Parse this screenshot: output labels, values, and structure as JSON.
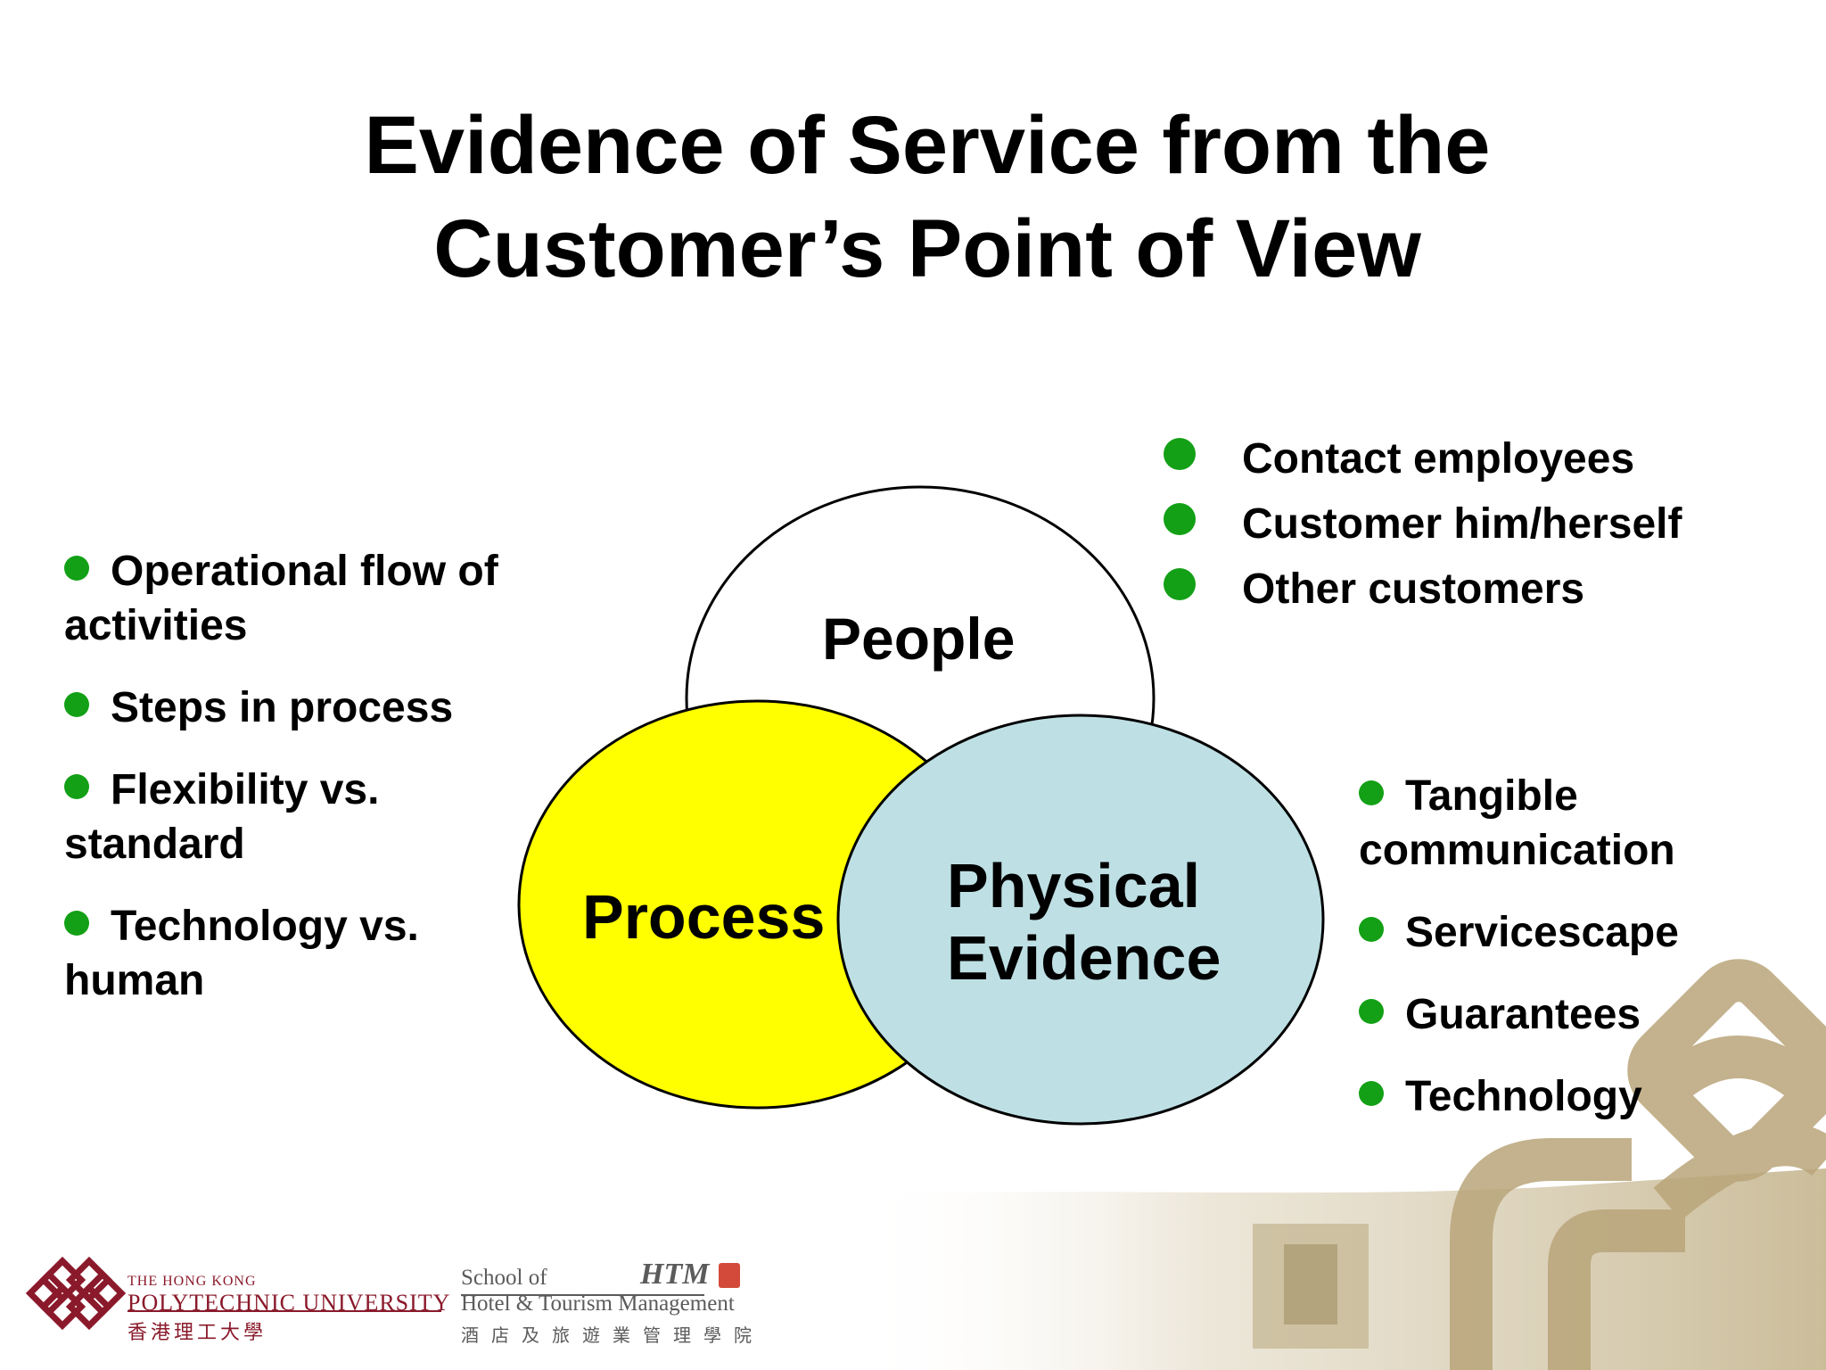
{
  "title": {
    "line1": "Evidence of Service from the",
    "line2": "Customer’s Point of View"
  },
  "venn": {
    "people": "People",
    "process": "Process",
    "physical_line1": "Physical",
    "physical_line2": "Evidence",
    "colors": {
      "people_fill": "#ffffff",
      "process_fill": "#ffff00",
      "physical_fill": "#bee0e5",
      "bullet": "#13a016"
    }
  },
  "people_items": [
    "Contact employees",
    "Customer him/herself",
    "Other customers"
  ],
  "process_items": [
    {
      "line1": "Operational flow of",
      "line2": "activities"
    },
    {
      "line1": "Steps in process",
      "line2": ""
    },
    {
      "line1": "Flexibility vs.",
      "line2": "standard"
    },
    {
      "line1": "Technology vs.",
      "line2": "human"
    }
  ],
  "physical_items": [
    {
      "line1": "Tangible",
      "line2": "communication"
    },
    {
      "line1": "Servicescape",
      "line2": ""
    },
    {
      "line1": "Guarantees",
      "line2": ""
    },
    {
      "line1": "Technology",
      "line2": ""
    }
  ],
  "footer": {
    "polyu_line1": "THE HONG KONG",
    "polyu_line2": "POLYTECHNIC UNIVERSITY",
    "polyu_cn": "香港理工大學",
    "htm_line1": "School of",
    "htm_line2": "Hotel & Tourism Management",
    "htm_logo": "HTM",
    "htm_cn": "酒店及旅遊業管理學院"
  }
}
